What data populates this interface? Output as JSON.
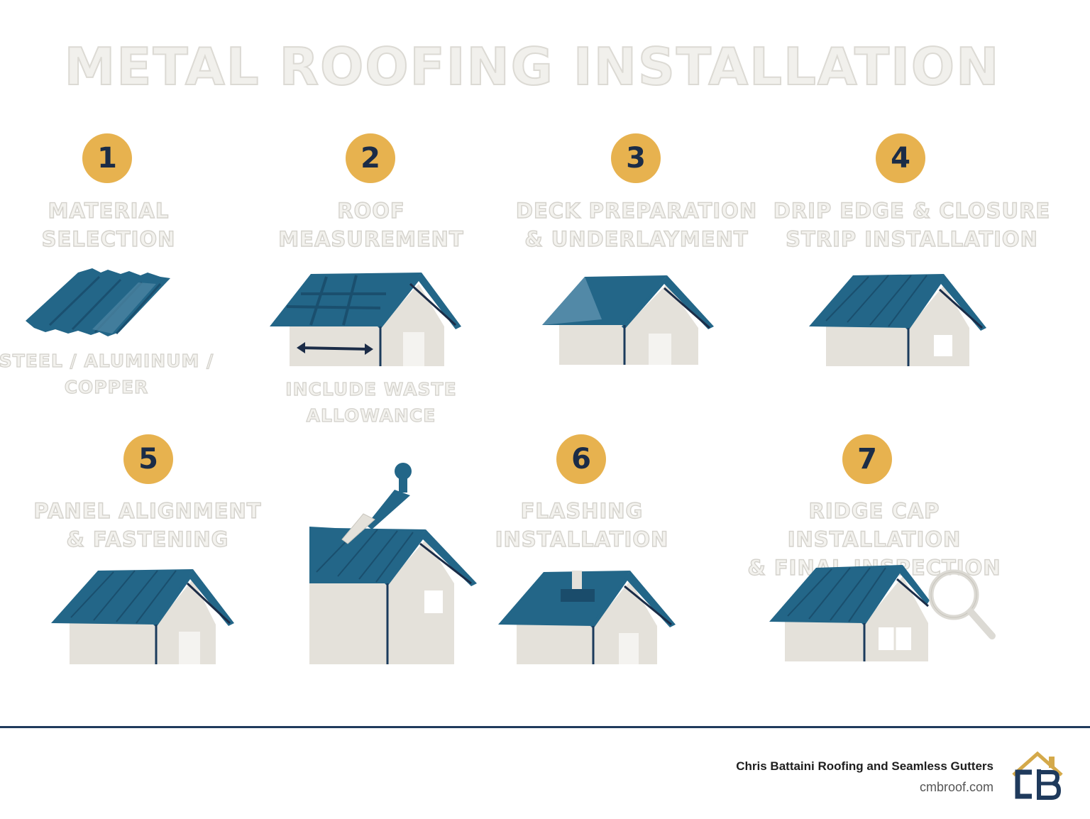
{
  "title": "METAL ROOFING INSTALLATION",
  "steps": [
    {
      "number": "1",
      "label_line1": "MATERIAL",
      "label_line2": "SELECTION",
      "note_line1": "STEEL / ALUMINUM /",
      "note_line2": "COPPER"
    },
    {
      "number": "2",
      "label_line1": "ROOF",
      "label_line2": "MEASUREMENT",
      "note_line1": "INCLUDE WASTE",
      "note_line2": "ALLOWANCE"
    },
    {
      "number": "3",
      "label_line1": "DECK PREPARATION",
      "label_line2": "& UNDERLAYMENT"
    },
    {
      "number": "4",
      "label_line1": "DRIP EDGE & CLOSURE",
      "label_line2": "STRIP INSTALLATION"
    },
    {
      "number": "5",
      "label_line1": "PANEL ALIGNMENT",
      "label_line2": "& FASTENING"
    },
    {
      "number": "6",
      "label_line1": "FLASHING",
      "label_line2": "INSTALLATION"
    },
    {
      "number": "7",
      "label_line1": "RIDGE CAP INSTALLATION",
      "label_line2": "& FINAL INSPECTION"
    }
  ],
  "footer": {
    "company": "Chris Battaini Roofing and Seamless Gutters",
    "website": "cmbroof.com",
    "logo_icon": "cb-house-logo-icon"
  },
  "colors": {
    "roof_blue": "#236688",
    "badge_gold": "#e7b24f",
    "wall_gray": "#e4e1da",
    "navy": "#1f3a5c"
  }
}
